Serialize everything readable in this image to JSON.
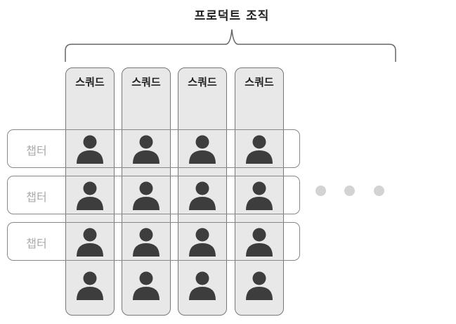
{
  "title": "프로덕트 조직",
  "squads": [
    {
      "label": "스쿼드"
    },
    {
      "label": "스쿼드"
    },
    {
      "label": "스쿼드"
    },
    {
      "label": "스쿼드"
    }
  ],
  "chapters": [
    {
      "label": "챕터"
    },
    {
      "label": "챕터"
    },
    {
      "label": "챕터"
    }
  ],
  "grid": {
    "columns": 4,
    "rows": 4,
    "member_icon": "person-icon"
  },
  "continuation": {
    "icon": "ellipsis-dots",
    "count": 3
  },
  "colors": {
    "squad_fill": "#e8e8e8",
    "member": "#3d3d3d",
    "dots": "#d3d3d3",
    "chapter_label": "#aaaaaa"
  }
}
